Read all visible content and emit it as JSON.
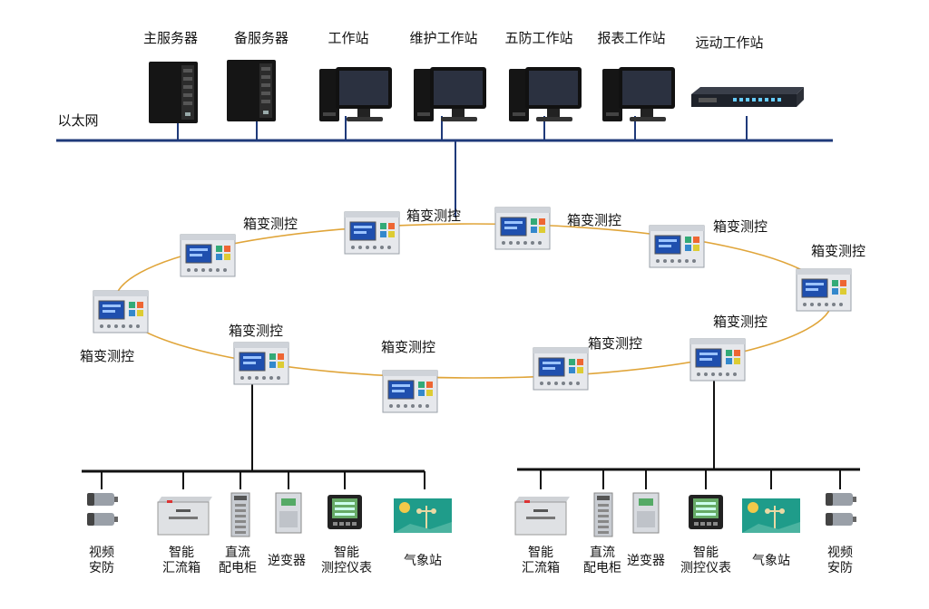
{
  "network": {
    "ethernet_label": "以太网",
    "servers": [
      {
        "label": "主服务器",
        "icon": "server-tower-icon"
      },
      {
        "label": "备服务器",
        "icon": "server-tower-icon"
      }
    ],
    "workstations": [
      {
        "label": "工作站",
        "icon": "workstation-icon"
      },
      {
        "label": "维护工作站",
        "icon": "workstation-icon"
      },
      {
        "label": "五防工作站",
        "icon": "workstation-icon"
      },
      {
        "label": "报表工作站",
        "icon": "workstation-icon"
      }
    ],
    "remote": {
      "label": "远动工作站",
      "icon": "rack-switch-icon"
    }
  },
  "ring": {
    "unit_label": "箱变测控",
    "units": [
      {
        "label": "箱变测控"
      },
      {
        "label": "箱变测控"
      },
      {
        "label": "箱变测控"
      },
      {
        "label": "箱变测控"
      },
      {
        "label": "箱变测控"
      },
      {
        "label": "箱变测控"
      },
      {
        "label": "箱变测控"
      },
      {
        "label": "箱变测控"
      },
      {
        "label": "箱变测控"
      },
      {
        "label": "箱变测控"
      }
    ]
  },
  "left_field": {
    "devices": [
      {
        "line1": "视频",
        "line2": "安防",
        "icon": "camera-icon"
      },
      {
        "line1": "智能",
        "line2": "汇流箱",
        "icon": "combiner-box-icon"
      },
      {
        "line1": "直流",
        "line2": "配电柜",
        "icon": "cabinet-icon"
      },
      {
        "line1": "逆变器",
        "line2": "",
        "icon": "inverter-icon"
      },
      {
        "line1": "智能",
        "line2": "测控仪表",
        "icon": "meter-icon"
      },
      {
        "line1": "气象站",
        "line2": "",
        "icon": "weather-station-icon"
      }
    ]
  },
  "right_field": {
    "devices": [
      {
        "line1": "智能",
        "line2": "汇流箱",
        "icon": "combiner-box-icon"
      },
      {
        "line1": "直流",
        "line2": "配电柜",
        "icon": "cabinet-icon"
      },
      {
        "line1": "逆变器",
        "line2": "",
        "icon": "inverter-icon"
      },
      {
        "line1": "智能",
        "line2": "测控仪表",
        "icon": "meter-icon"
      },
      {
        "line1": "气象站",
        "line2": "",
        "icon": "weather-station-icon"
      },
      {
        "line1": "视频",
        "line2": "安防",
        "icon": "camera-icon"
      }
    ]
  },
  "colors": {
    "bus": "#1f3a7a",
    "ring": "#e0a53a",
    "field_bus": "#111111",
    "panel": "#e6e8ec",
    "screen": "#1f4fae"
  }
}
